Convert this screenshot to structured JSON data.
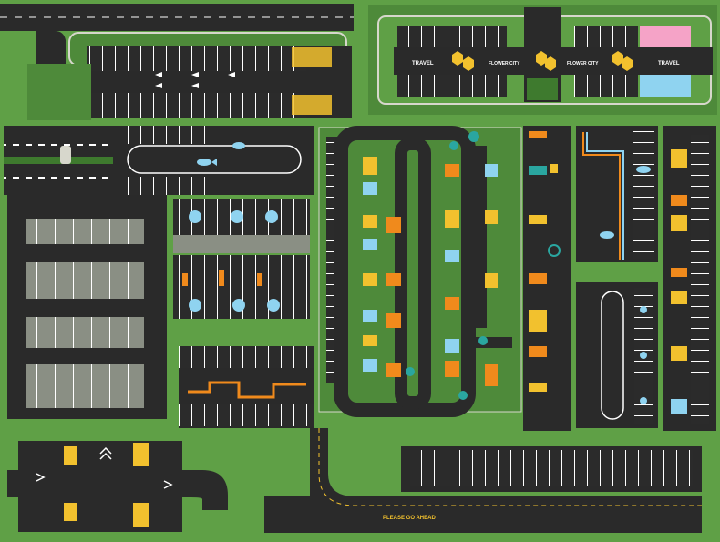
{
  "colors": {
    "grass": "#5fa046",
    "grass_dark": "#4e8a3a",
    "asphalt": "#2a2a2a",
    "asphalt_light": "#3a3a3a",
    "lot_gray": "#8a8f84",
    "curb": "#d7d7cc",
    "yellow": "#f2c12e",
    "orange": "#f08a1c",
    "sky": "#8fd3f0",
    "pink": "#f5a3c7",
    "teal": "#2aa6a0",
    "white": "#ffffff"
  },
  "labels": {
    "travel": "TRAVEL",
    "flower_city": "FLOWER CITY",
    "please_go_ahead": "PLEASE GO AHEAD"
  },
  "icons": [
    "fish-icon",
    "peacock-feather-icon",
    "car-icon",
    "arrow-icon",
    "tree-icon"
  ]
}
